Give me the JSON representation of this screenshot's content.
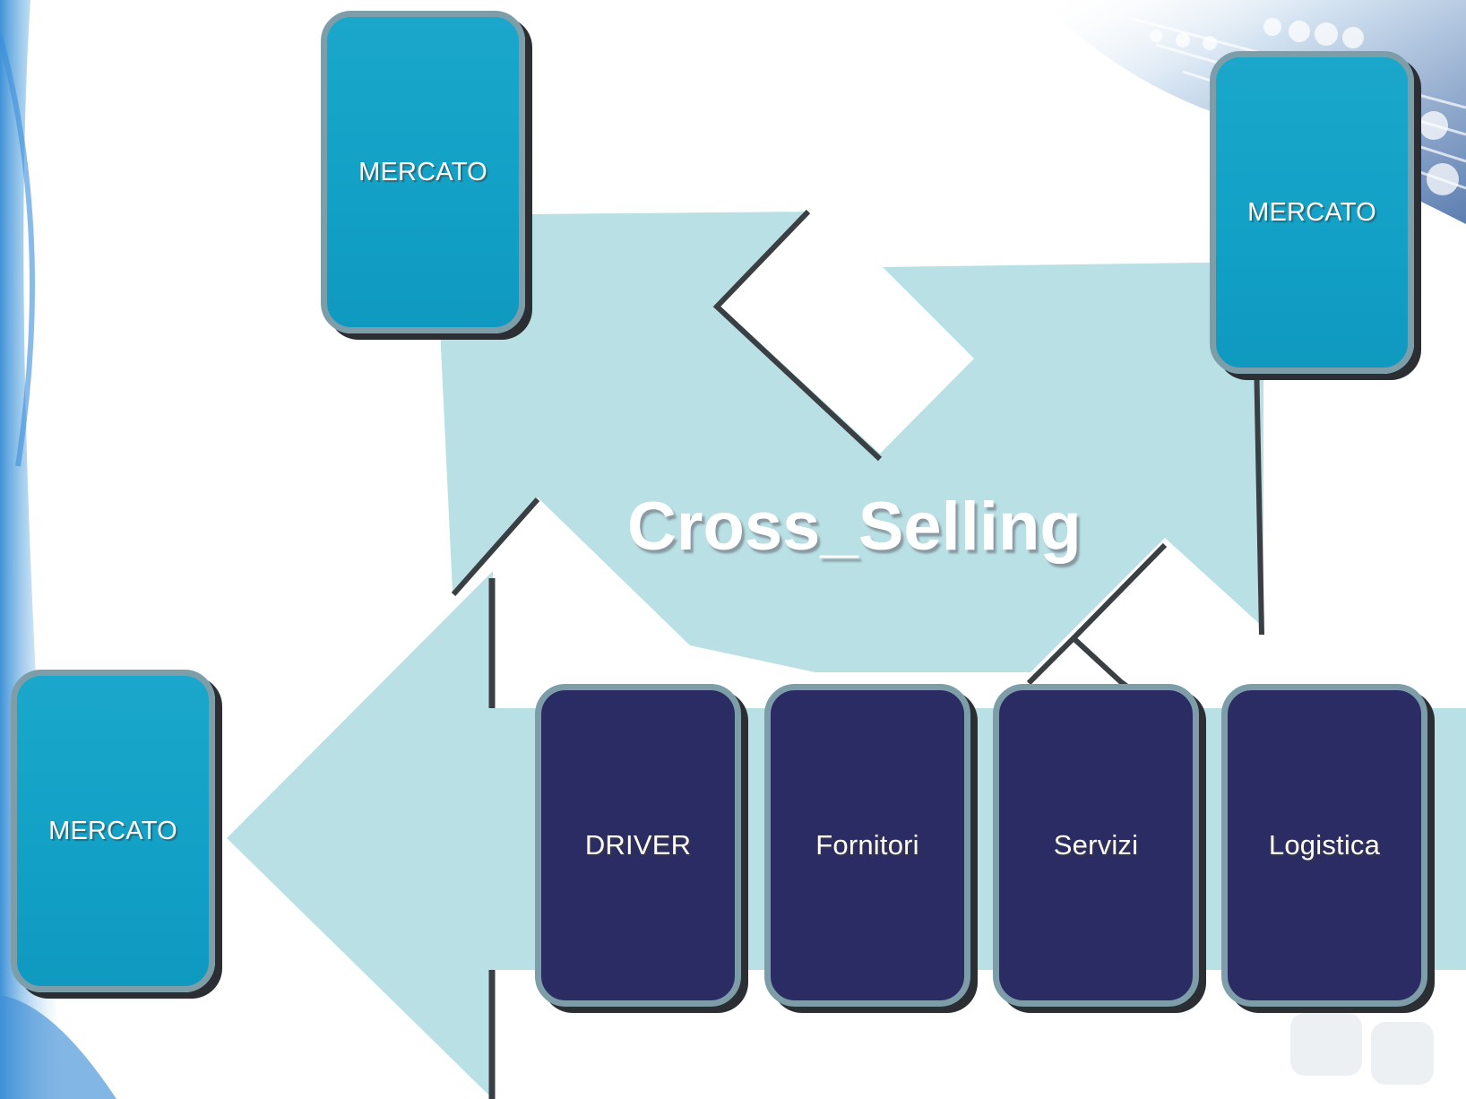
{
  "title": "Cross_Selling",
  "markets": [
    {
      "label": "MERCATO"
    },
    {
      "label": "MERCATO"
    },
    {
      "label": "MERCATO"
    }
  ],
  "areas": [
    {
      "label": "DRIVER"
    },
    {
      "label": "Fornitori"
    },
    {
      "label": "Servizi"
    },
    {
      "label": "Logistica"
    }
  ],
  "colors": {
    "arrow_fill": "#b9e0e4",
    "market_box": "#14a1c7",
    "area_box": "#2c2c64",
    "box_border": "#7d9ea8",
    "outline": "#3a3f44"
  }
}
